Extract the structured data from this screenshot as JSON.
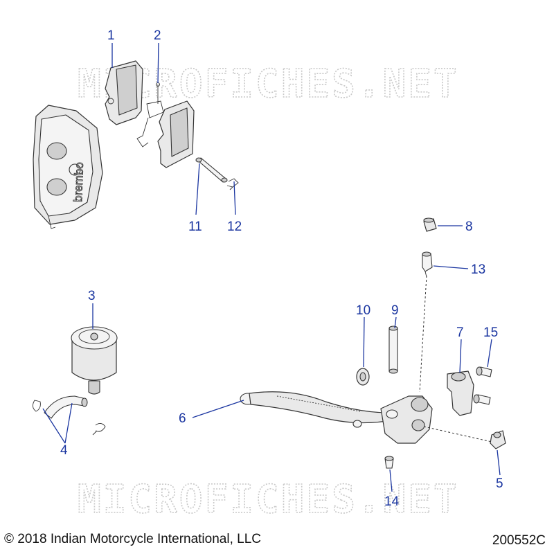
{
  "watermark": "MICROFICHES.NET",
  "copyright": "© 2018 Indian Motorcycle International, LLC",
  "diagram_code": "200552C",
  "caliper_brand": "brembo",
  "callouts": {
    "c1": "1",
    "c2": "2",
    "c3": "3",
    "c4": "4",
    "c5": "5",
    "c6": "6",
    "c7": "7",
    "c8": "8",
    "c9": "9",
    "c10": "10",
    "c11": "11",
    "c12": "12",
    "c13": "13",
    "c14": "14",
    "c15": "15"
  },
  "colors": {
    "callout": "#1a35a0",
    "line_art": "#333333",
    "watermark": "#c8c8c8"
  }
}
